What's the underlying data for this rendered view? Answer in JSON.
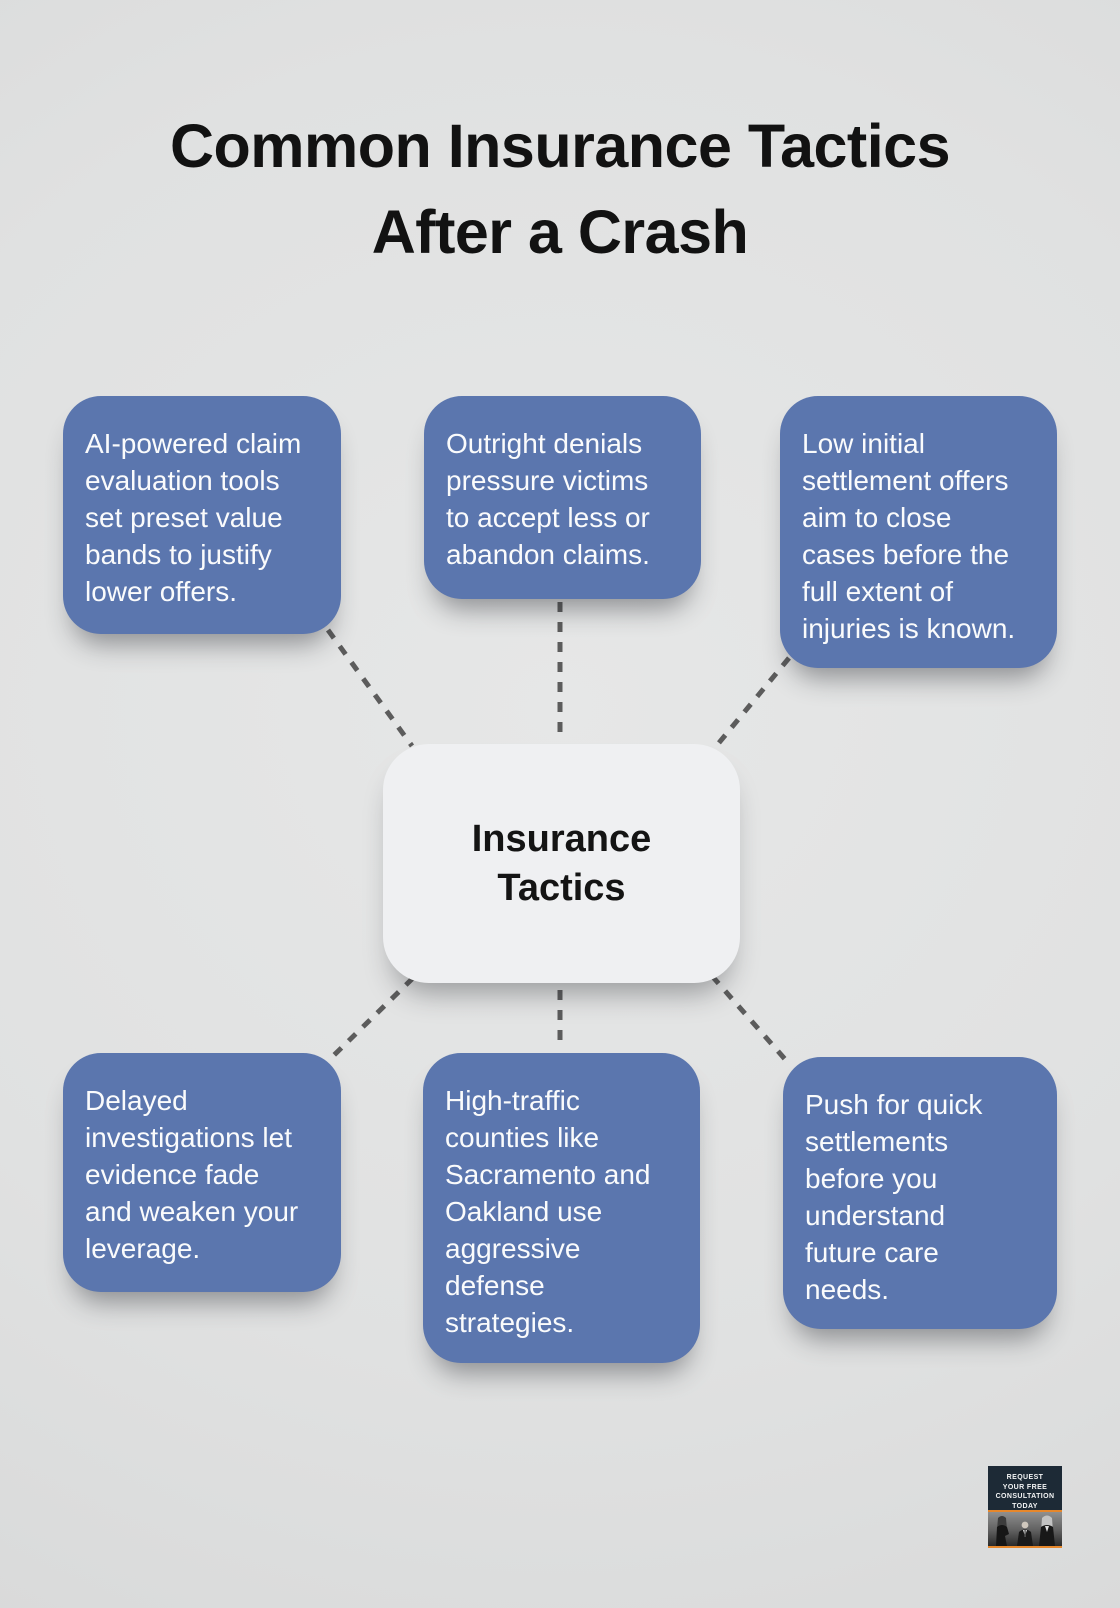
{
  "title": {
    "line1": "Common Insurance Tactics",
    "line2": "After a Crash"
  },
  "center_node": {
    "label": "Insurance\nTactics"
  },
  "tactic_cards": [
    {
      "position": "top-left",
      "text": "AI-powered claim\nevaluation tools\nset preset value\nbands to justify\nlower offers."
    },
    {
      "position": "top-middle",
      "text": "Outright denials\npressure victims\nto accept less or\nabandon claims."
    },
    {
      "position": "top-right",
      "text": "Low initial\nsettlement offers\naim to close\ncases before the\nfull extent of\ninjuries is known."
    },
    {
      "position": "bottom-left",
      "text": "Delayed\ninvestigations let\nevidence fade\nand weaken your\nleverage."
    },
    {
      "position": "bottom-middle",
      "text": "High-traffic\ncounties like\nSacramento and\nOakland use\naggressive\ndefense\nstrategies."
    },
    {
      "position": "bottom-right",
      "text": "Push for quick\nsettlements\nbefore you\nunderstand\nfuture care\nneeds."
    }
  ],
  "cta_badge": {
    "text": "REQUEST\nYOUR FREE\nCONSULTATION\nTODAY"
  },
  "colors": {
    "background": "#e0e1e1",
    "card_blue": "#5b76ae",
    "card_text": "#fafbfc",
    "center_node_bg": "#eff0f2",
    "title_text": "#121212",
    "dash_gray": "#5c5c5c",
    "badge_navy": "#1d2a36",
    "badge_orange": "#e6872b"
  }
}
